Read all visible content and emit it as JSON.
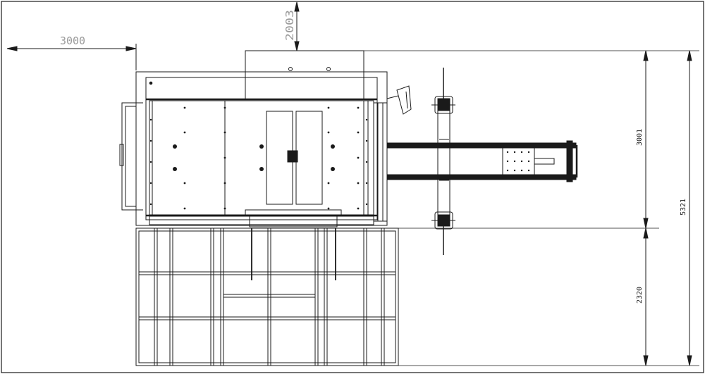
{
  "dimensions": {
    "left_width": "3000",
    "top_clearance": "2003",
    "machine_depth": "3001",
    "platform_depth": "2320",
    "overall_depth": "5321"
  },
  "colors": {
    "line": "#1a1a1a",
    "dim_text": "#9a9a9a"
  }
}
